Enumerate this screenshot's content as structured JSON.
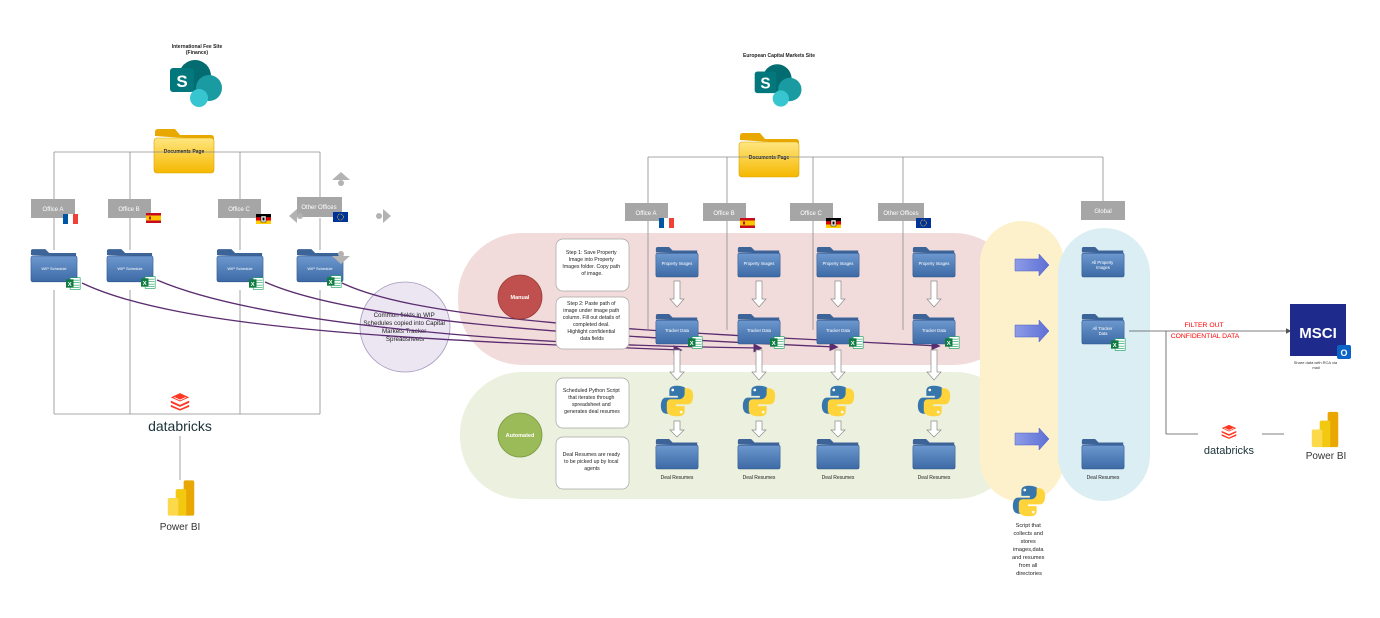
{
  "left_site": {
    "title": "International Fee Site",
    "subtitle": "(Finance)",
    "folder_label": "Documents Page",
    "offices": [
      {
        "name": "Office A",
        "file": "WIP Schedule",
        "flag": "france"
      },
      {
        "name": "Office B",
        "file": "WIP Schedule",
        "flag": "spain"
      },
      {
        "name": "Office C",
        "file": "WIP Schedule",
        "flag": "germany"
      },
      {
        "name": "Other Offices",
        "file": "WIP Schedule",
        "flag": "eu"
      }
    ],
    "common_fields_note": [
      "Common fields in WIP",
      "Schedules copied into Capital",
      "Markets Tracker",
      "Spreadsheets"
    ],
    "databricks": "databricks",
    "powerbi": "Power BI"
  },
  "right_site": {
    "title": "European Capital Markets Site",
    "folder_label": "Documents Page",
    "offices": [
      {
        "name": "Office A",
        "flag": "france"
      },
      {
        "name": "Office B",
        "flag": "spain"
      },
      {
        "name": "Office C",
        "flag": "germany"
      },
      {
        "name": "Other Offices",
        "flag": "eu"
      }
    ],
    "global_label": "Global",
    "folders": {
      "property_images": "Property Images",
      "tracker_data": "Tracker Data",
      "deal_resumes": "Deal Resumes",
      "all_property_images": [
        "All Property",
        "Images"
      ],
      "all_tracker_data": [
        "All Tracker",
        "Data"
      ]
    },
    "manual_label": "Manual",
    "automated_label": "Automated",
    "step1": [
      "Step 1: Save Property",
      "Image into Property",
      "Images folder. Copy path",
      "of image."
    ],
    "step2": [
      "Step 2: Paste path of",
      "image under image path",
      "column. Fill out details of",
      "completed deal.",
      "Highlight confidential",
      "data fields"
    ],
    "script_note": [
      "Scheduled Python Script",
      "that iterates through",
      "spreadsheet and",
      "generates deal resumes"
    ],
    "pickup_note": [
      "Deal Resumes are ready",
      "to be picked up by local",
      "agents"
    ],
    "collector_note": [
      "Script that",
      "collects and",
      "stores",
      "images,data",
      "and resumes",
      "from all",
      "directories"
    ],
    "filter_label": [
      "FILTER OUT",
      "CONFIDENTIAL DATA"
    ],
    "msci_label": "MSCI",
    "msci_caption": [
      "Share data with RCA via",
      "mail"
    ],
    "databricks": "databricks",
    "powerbi": "Power BI"
  },
  "colors": {
    "manual_zone": "#f2dcdb",
    "automated_zone": "#ebf1de",
    "collector_zone": "#fdf1cc",
    "global_zone": "#dbeef4",
    "office_header": "#a6a6a6",
    "folder_blue": "#4f81bd",
    "manual_circle": "#c0504d",
    "automated_circle": "#9bbb59",
    "connector": "#5b2c6f",
    "filter_text": "#ff0000",
    "msci_bg": "#1e2a8c"
  }
}
